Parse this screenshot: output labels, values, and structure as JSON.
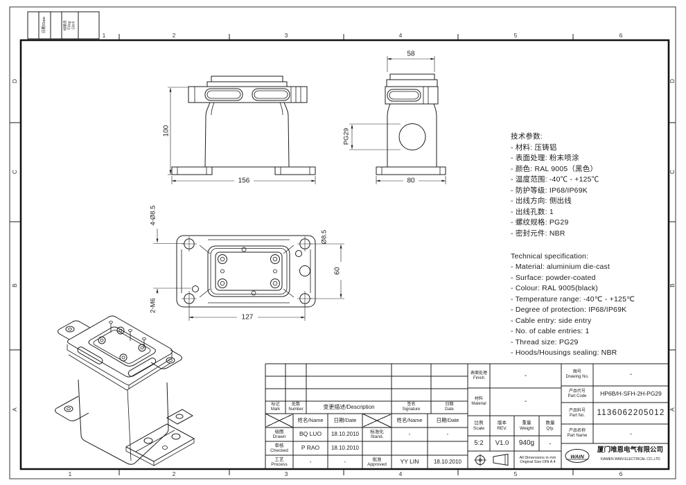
{
  "drawing_border": {
    "zones_h": [
      "1",
      "2",
      "3",
      "4",
      "5",
      "6"
    ],
    "zones_v": [
      "D",
      "C",
      "B",
      "A"
    ],
    "filing_date_label": "日期/Date",
    "filing_clerk_label": "档案员\nFiling Clerk"
  },
  "dims": {
    "front_height": "100",
    "front_width": "156",
    "side_top_width": "58",
    "side_base_width": "80",
    "side_thread": "PG29",
    "plan_corner_holes": "4-Ø8.5",
    "plan_thread_holes": "2-M6",
    "plan_side_hole": "Ø8.5",
    "plan_vertical_spacing": "60",
    "plan_horizontal_spacing": "127"
  },
  "specs_cn": {
    "title": "技术参数:",
    "items": [
      "- 材料: 压铸铝",
      "- 表面处理: 粉末喷涂",
      "- 颜色: RAL 9005（黑色）",
      "- 温度范围: -40℃ - +125℃",
      "- 防护等级: IP68/IP69K",
      "- 出线方向: 侧出线",
      "- 出线孔数: 1",
      "- 螺纹规格: PG29",
      "- 密封元件: NBR"
    ]
  },
  "specs_en": {
    "title": "Technical specification:",
    "items": [
      "- Material: aluminium die-cast",
      "- Surface: powder-coated",
      "- Colour: RAL 9005(black)",
      "- Temperature range: -40℃ - +125℃",
      "- Degree of protection: IP68/IP69K",
      "- Cable entry: side entry",
      "- No. of cable entries: 1",
      "- Thread size: PG29",
      "- Hoods/Housings sealing: NBR"
    ]
  },
  "title_block": {
    "rev_header": {
      "mark": "标记\nMark",
      "number": "处数\nNumber",
      "description": "变更描述/Description",
      "signature": "签名\nSignature",
      "date": "日期\nDate"
    },
    "sig_header": {
      "name": "姓名/Name",
      "date": "日期/Date"
    },
    "sign_rows": [
      {
        "role": "绘图\nDrawn",
        "name": "BQ LUO",
        "date": "18.10.2010",
        "role2": "标准化\nStand.",
        "name2": "-",
        "date2": "-"
      },
      {
        "role": "审核\nChecked",
        "name": "P RAO",
        "date": "18.10.2010",
        "role2": "",
        "name2": "",
        "date2": ""
      },
      {
        "role": "工艺\nProcess",
        "name": "-",
        "date": "-",
        "role2": "批准\nApproved",
        "name2": "YY LIN",
        "date2": "18.10.2010"
      }
    ],
    "finish_label": "表面处理\nFinish",
    "finish_value": "-",
    "material_label": "材料\nMaterial",
    "material_value": "-",
    "scale_label": "比例\nScale",
    "scale_value": "5:2",
    "rev_label": "版本\nREV.",
    "rev_value": "V1.0",
    "weight_label": "重量\nWeight",
    "weight_value": "940g",
    "qty_label": "数量\nQty.",
    "qty_value": "-",
    "dims_note": "All Dimensions in mm\nOriginal Size DIN A 4",
    "drawing_no_label": "图号\nDrawing No.",
    "drawing_no_value": "-",
    "part_code_label": "产品代号\nPart Code",
    "part_code_value": "HP6B/H-SFH-2H-PG29",
    "part_no_label": "产品料号\nPart No.",
    "part_no_value": "1136062205012",
    "part_name_label": "产品名称\nPart Name",
    "part_name_value": "-",
    "company_logo": "WAIN",
    "company_cn": "厦门唯恩电气有限公司",
    "company_en": "XIAMEN WAIN ELECTRICAL CO.,LTD"
  }
}
